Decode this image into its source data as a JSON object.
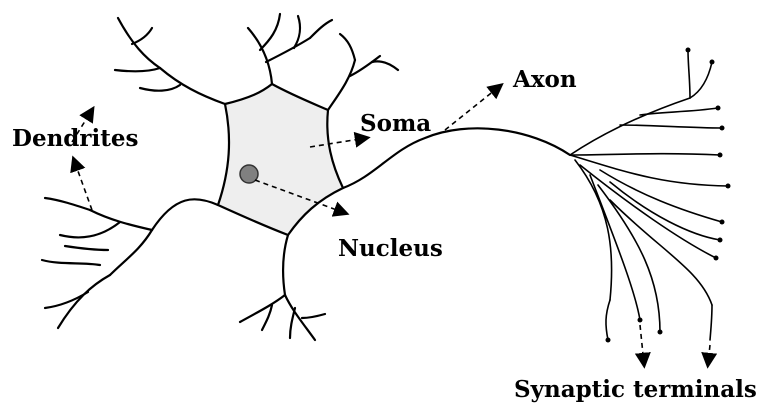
{
  "labels": {
    "dendrites": "Dendrites",
    "soma": "Soma",
    "axon": "Axon",
    "nucleus": "Nucleus",
    "synaptic_terminals": "Synaptic terminals"
  },
  "colors": {
    "soma_fill": "#eeeeee",
    "nucleus_fill": "#808080",
    "line": "#000000"
  }
}
